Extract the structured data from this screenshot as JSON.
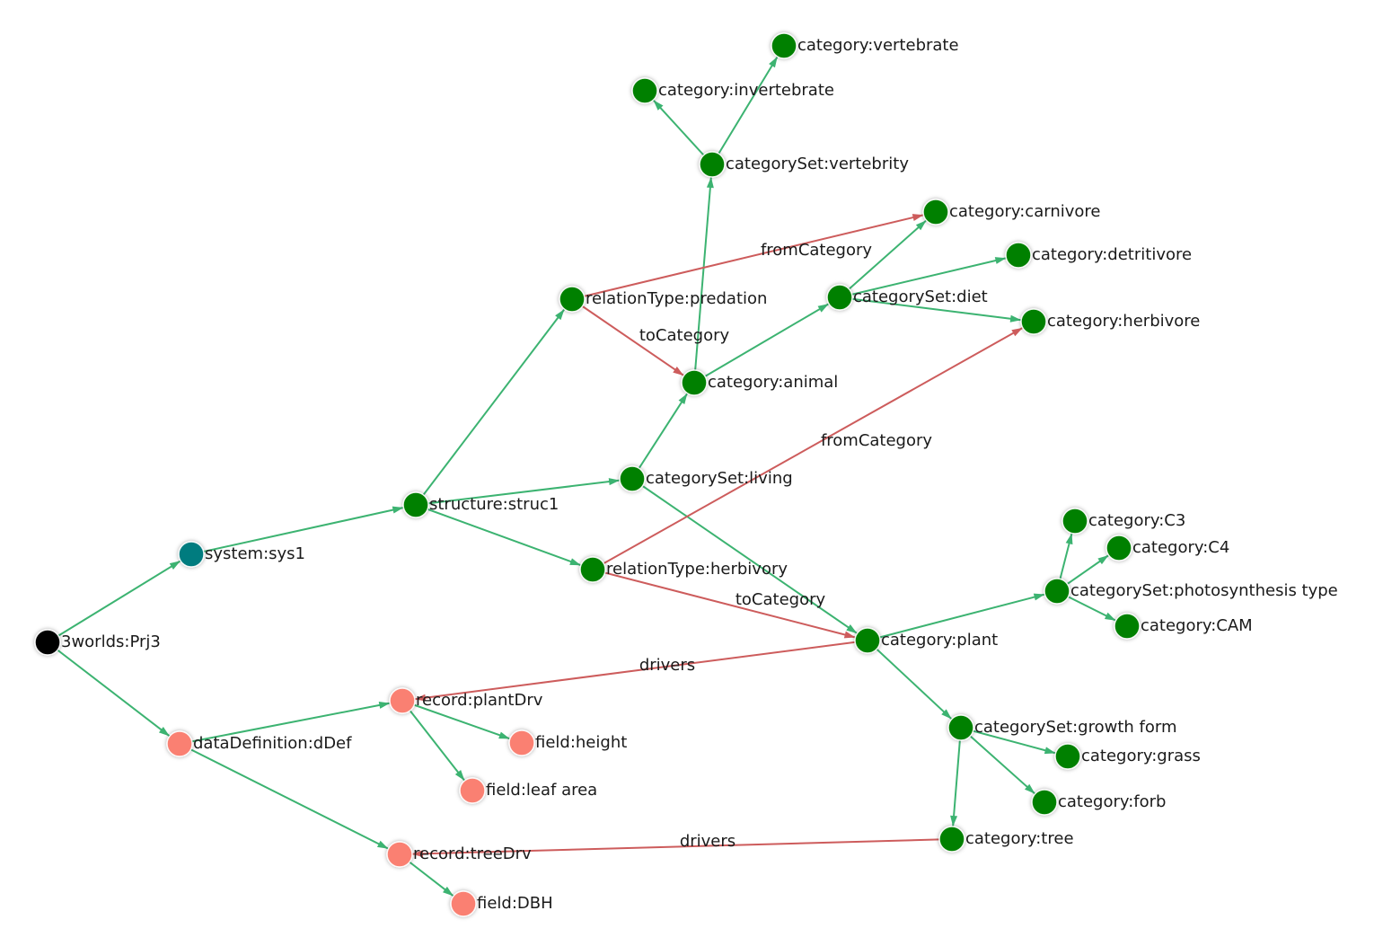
{
  "colors": {
    "tree_edge": "#3cb371",
    "relation_edge": "#cd5c5c",
    "root": "#000000",
    "system": "#007b7f",
    "category": "#008000",
    "data": "#fa8072"
  },
  "nodes": [
    {
      "id": "prj3",
      "label": "3worlds:Prj3",
      "kind": "root"
    },
    {
      "id": "sys1",
      "label": "system:sys1",
      "kind": "system"
    },
    {
      "id": "struc1",
      "label": "structure:struc1",
      "kind": "category"
    },
    {
      "id": "living",
      "label": "categorySet:living",
      "kind": "category"
    },
    {
      "id": "animal",
      "label": "category:animal",
      "kind": "category"
    },
    {
      "id": "plant",
      "label": "category:plant",
      "kind": "category"
    },
    {
      "id": "predation",
      "label": "relationType:predation",
      "kind": "category"
    },
    {
      "id": "herbivory",
      "label": "relationType:herbivory",
      "kind": "category"
    },
    {
      "id": "vertebrity",
      "label": "categorySet:vertebrity",
      "kind": "category"
    },
    {
      "id": "invertebrate",
      "label": "category:invertebrate",
      "kind": "category"
    },
    {
      "id": "vertebrate",
      "label": "category:vertebrate",
      "kind": "category"
    },
    {
      "id": "diet",
      "label": "categorySet:diet",
      "kind": "category"
    },
    {
      "id": "carnivore",
      "label": "category:carnivore",
      "kind": "category"
    },
    {
      "id": "detritivore",
      "label": "category:detritivore",
      "kind": "category"
    },
    {
      "id": "herbivore",
      "label": "category:herbivore",
      "kind": "category"
    },
    {
      "id": "photo",
      "label": "categorySet:photosynthesis type",
      "kind": "category"
    },
    {
      "id": "c3",
      "label": "category:C3",
      "kind": "category"
    },
    {
      "id": "c4",
      "label": "category:C4",
      "kind": "category"
    },
    {
      "id": "cam",
      "label": "category:CAM",
      "kind": "category"
    },
    {
      "id": "growth",
      "label": "categorySet:growth form",
      "kind": "category"
    },
    {
      "id": "grass",
      "label": "category:grass",
      "kind": "category"
    },
    {
      "id": "forb",
      "label": "category:forb",
      "kind": "category"
    },
    {
      "id": "tree",
      "label": "category:tree",
      "kind": "category"
    },
    {
      "id": "ddef",
      "label": "dataDefinition:dDef",
      "kind": "data"
    },
    {
      "id": "plantdrv",
      "label": "record:plantDrv",
      "kind": "data"
    },
    {
      "id": "height",
      "label": "field:height",
      "kind": "data"
    },
    {
      "id": "leafarea",
      "label": "field:leaf area",
      "kind": "data"
    },
    {
      "id": "treedrv",
      "label": "record:treeDrv",
      "kind": "data"
    },
    {
      "id": "dbh",
      "label": "field:DBH",
      "kind": "data"
    }
  ],
  "edges": [
    {
      "from": "prj3",
      "to": "sys1",
      "kind": "tree"
    },
    {
      "from": "prj3",
      "to": "ddef",
      "kind": "tree"
    },
    {
      "from": "sys1",
      "to": "struc1",
      "kind": "tree"
    },
    {
      "from": "struc1",
      "to": "living",
      "kind": "tree"
    },
    {
      "from": "struc1",
      "to": "predation",
      "kind": "tree"
    },
    {
      "from": "struc1",
      "to": "herbivory",
      "kind": "tree"
    },
    {
      "from": "living",
      "to": "animal",
      "kind": "tree"
    },
    {
      "from": "living",
      "to": "plant",
      "kind": "tree"
    },
    {
      "from": "animal",
      "to": "vertebrity",
      "kind": "tree"
    },
    {
      "from": "animal",
      "to": "diet",
      "kind": "tree"
    },
    {
      "from": "vertebrity",
      "to": "invertebrate",
      "kind": "tree"
    },
    {
      "from": "vertebrity",
      "to": "vertebrate",
      "kind": "tree"
    },
    {
      "from": "diet",
      "to": "carnivore",
      "kind": "tree"
    },
    {
      "from": "diet",
      "to": "detritivore",
      "kind": "tree"
    },
    {
      "from": "diet",
      "to": "herbivore",
      "kind": "tree"
    },
    {
      "from": "plant",
      "to": "photo",
      "kind": "tree"
    },
    {
      "from": "plant",
      "to": "growth",
      "kind": "tree"
    },
    {
      "from": "photo",
      "to": "c3",
      "kind": "tree"
    },
    {
      "from": "photo",
      "to": "c4",
      "kind": "tree"
    },
    {
      "from": "photo",
      "to": "cam",
      "kind": "tree"
    },
    {
      "from": "growth",
      "to": "grass",
      "kind": "tree"
    },
    {
      "from": "growth",
      "to": "forb",
      "kind": "tree"
    },
    {
      "from": "growth",
      "to": "tree",
      "kind": "tree"
    },
    {
      "from": "ddef",
      "to": "plantdrv",
      "kind": "tree"
    },
    {
      "from": "ddef",
      "to": "treedrv",
      "kind": "tree"
    },
    {
      "from": "plantdrv",
      "to": "height",
      "kind": "tree"
    },
    {
      "from": "plantdrv",
      "to": "leafarea",
      "kind": "tree"
    },
    {
      "from": "treedrv",
      "to": "dbh",
      "kind": "tree"
    },
    {
      "from": "predation",
      "to": "carnivore",
      "kind": "relation",
      "label": "fromCategory"
    },
    {
      "from": "predation",
      "to": "animal",
      "kind": "relation",
      "label": "toCategory"
    },
    {
      "from": "herbivory",
      "to": "herbivore",
      "kind": "relation",
      "label": "fromCategory"
    },
    {
      "from": "herbivory",
      "to": "plant",
      "kind": "relation",
      "label": "toCategory"
    },
    {
      "from": "plant",
      "to": "plantdrv",
      "kind": "relation",
      "label": "drivers"
    },
    {
      "from": "tree",
      "to": "treedrv",
      "kind": "relation",
      "label": "drivers"
    }
  ]
}
